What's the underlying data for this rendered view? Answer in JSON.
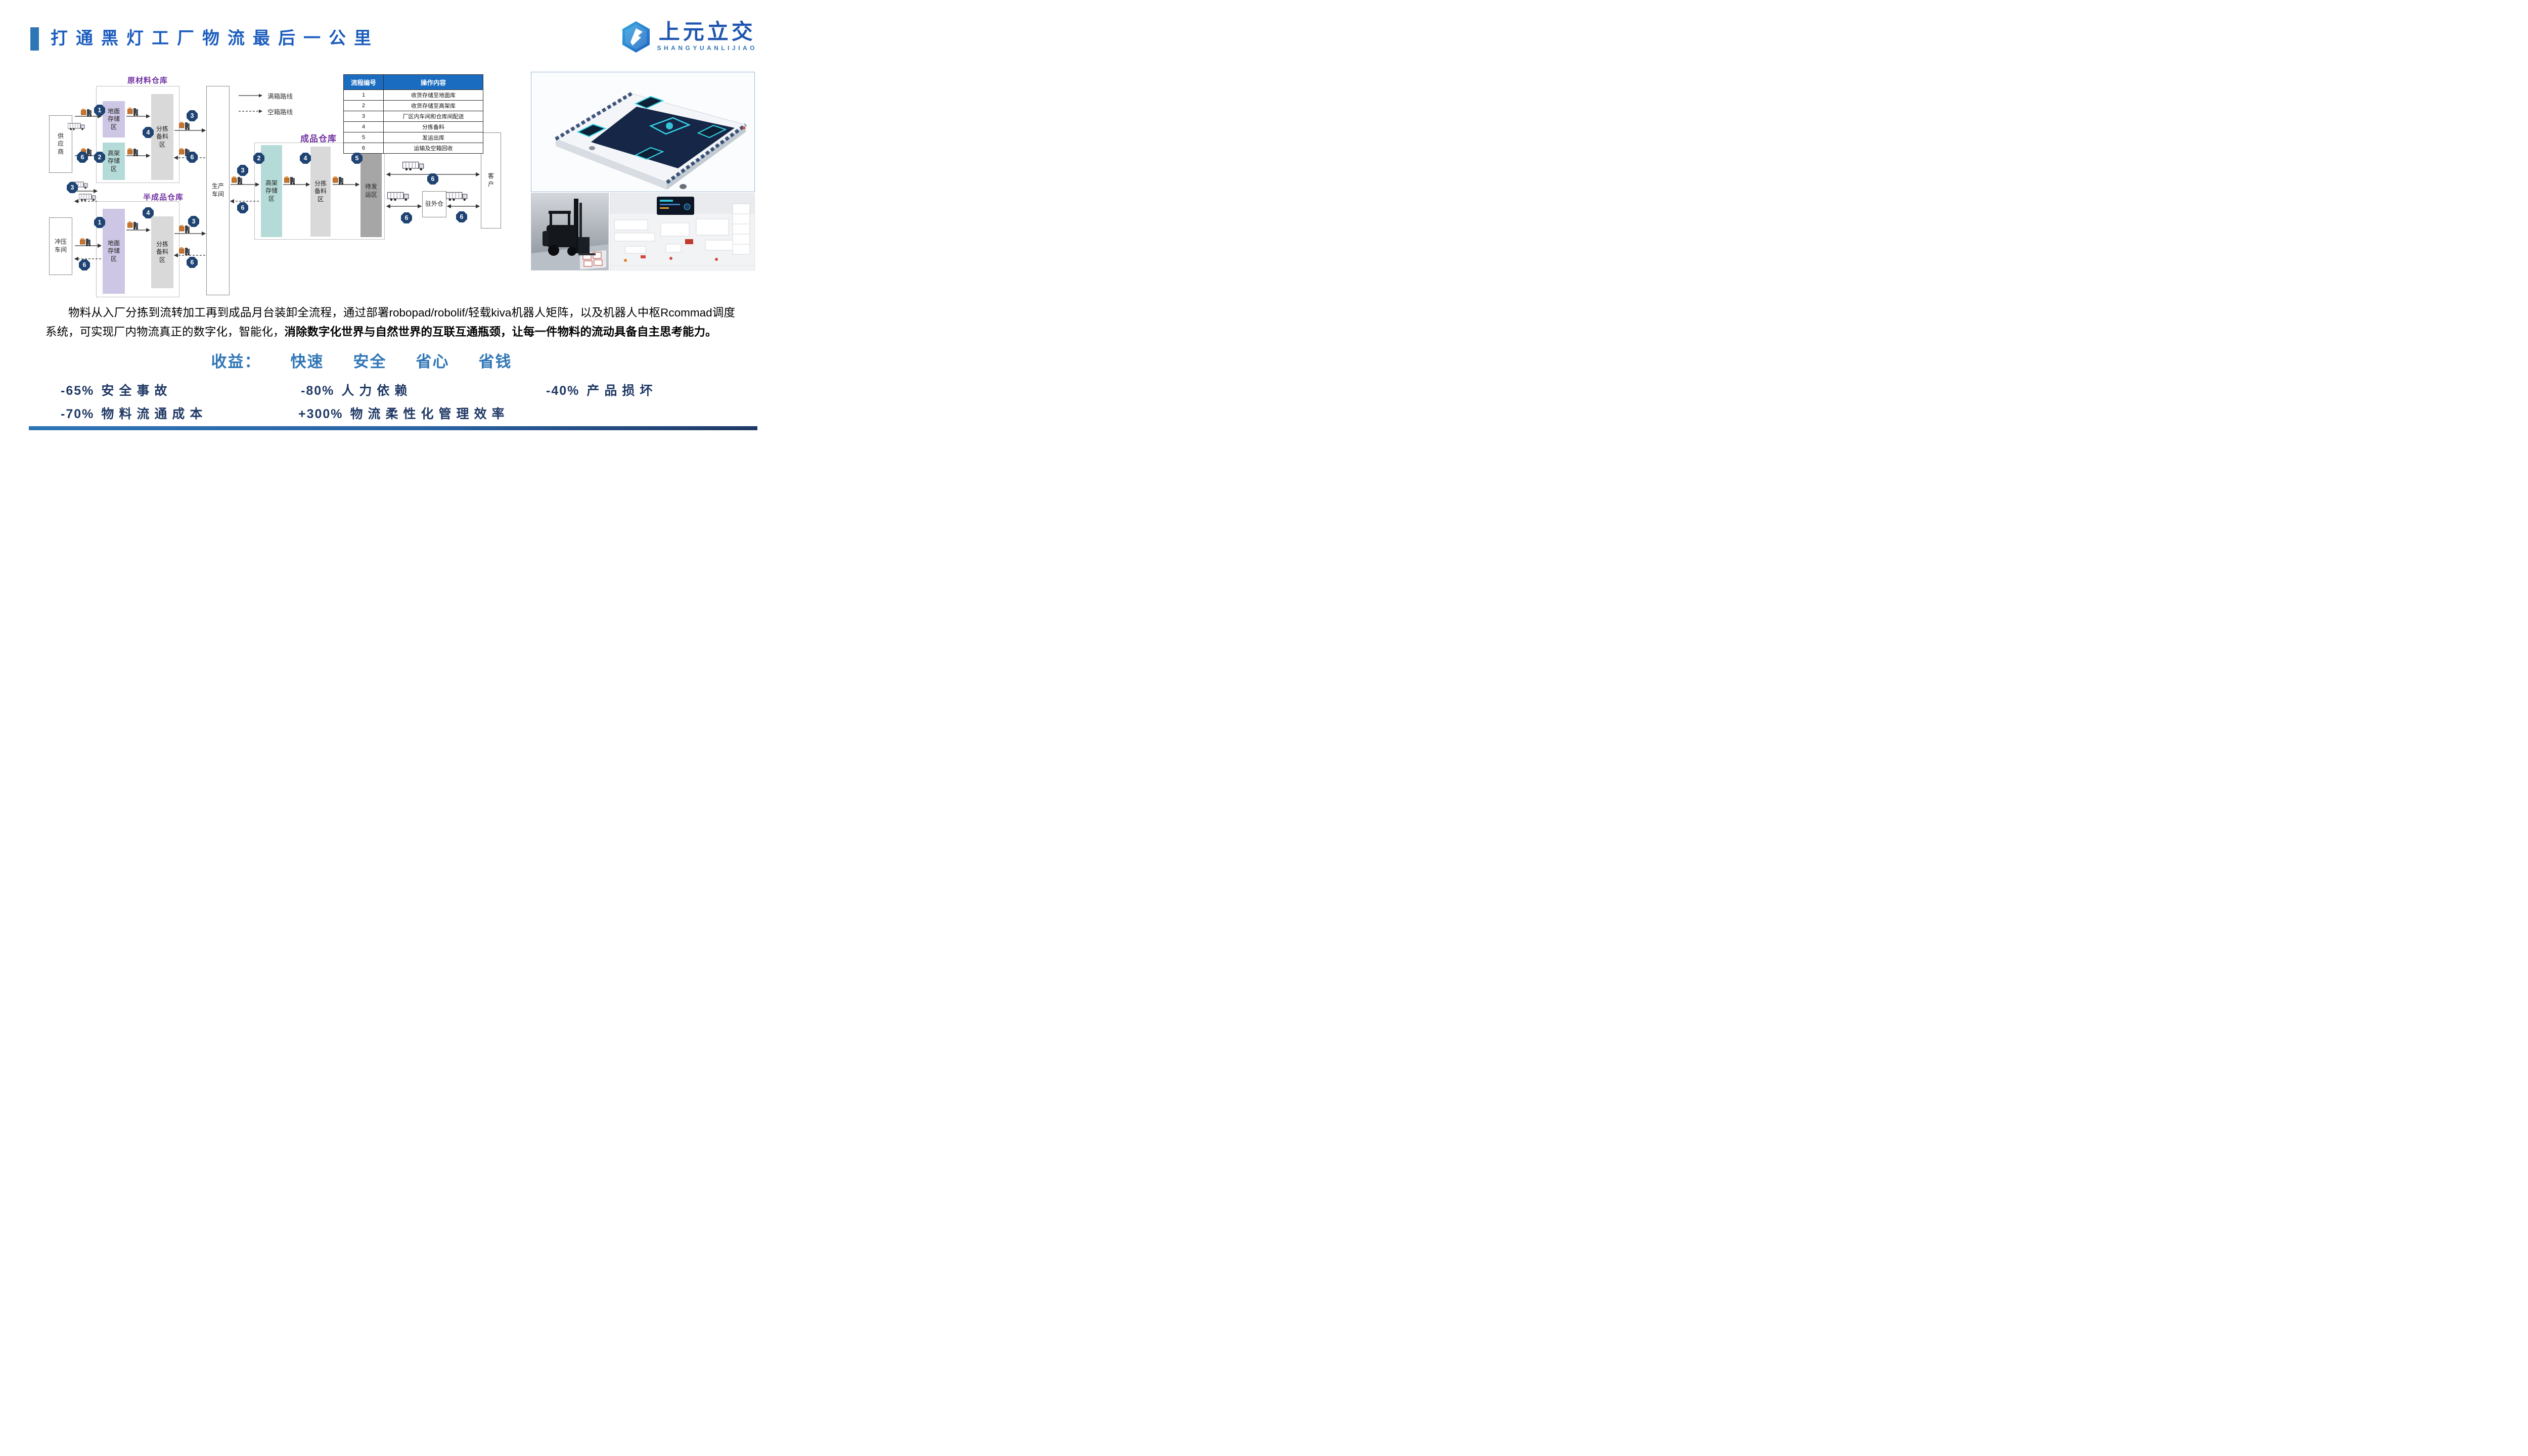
{
  "header": {
    "title": "打通黑灯工厂物流最后一公里",
    "brand": {
      "name": "上元立交",
      "latin": "SHANGYUANLIJIAO"
    }
  },
  "diagram": {
    "steps": [
      "1",
      "2",
      "3",
      "4",
      "5",
      "6"
    ],
    "legend": {
      "full": "满箱路线",
      "empty": "空箱路线"
    },
    "warehouses": {
      "raw_title": "原材料仓库",
      "semi_title": "半成品仓库",
      "finished_title": "成品仓库"
    },
    "nodes": {
      "supplier": "供应商",
      "ground_storage": "地面存储区",
      "rack_storage": "高架存储区",
      "sorting": "分拣备料区",
      "stamping": "冲压车间",
      "production": "生产车间",
      "staging": "待发运区",
      "external_wh": "驻外仓",
      "customer": "客户"
    }
  },
  "table": {
    "headers": [
      "流程编号",
      "操作内容"
    ],
    "rows": [
      [
        "1",
        "收货存储至地面库"
      ],
      [
        "2",
        "收货存储至高架库"
      ],
      [
        "3",
        "厂区内车间和仓库间配送"
      ],
      [
        "4",
        "分拣备料"
      ],
      [
        "5",
        "发运出库"
      ],
      [
        "6",
        "运输及空箱回收"
      ]
    ]
  },
  "description": {
    "normal": "物料从入厂分拣到流转加工再到成品月台装卸全流程，通过部署robopad/robolif/轻载kiva机器人矩阵，以及机器人中枢Rcommad调度系统，可实现厂内物流真正的数字化，智能化，",
    "bold": "消除数字化世界与自然世界的互联互通瓶颈，让每一件物料的流动具备自主思考能力。"
  },
  "benefits": {
    "label": "收益：",
    "items": [
      "快速",
      "安全",
      "省心",
      "省钱"
    ]
  },
  "stats": [
    {
      "value": "-65%",
      "label": "安全事故"
    },
    {
      "value": "-80%",
      "label": "人力依赖"
    },
    {
      "value": "-40%",
      "label": "产品损坏"
    },
    {
      "value": "-70%",
      "label": "物料流通成本"
    },
    {
      "value": "+300%",
      "label": "物流柔性化管理效率"
    }
  ],
  "colors": {
    "title_blue": "#1b5cbe",
    "accent_blue": "#2e75b6",
    "badge_navy": "#1f4473",
    "purple": "#7030a0",
    "table_header": "#1a6cc0",
    "stat_navy": "#1f3864"
  }
}
